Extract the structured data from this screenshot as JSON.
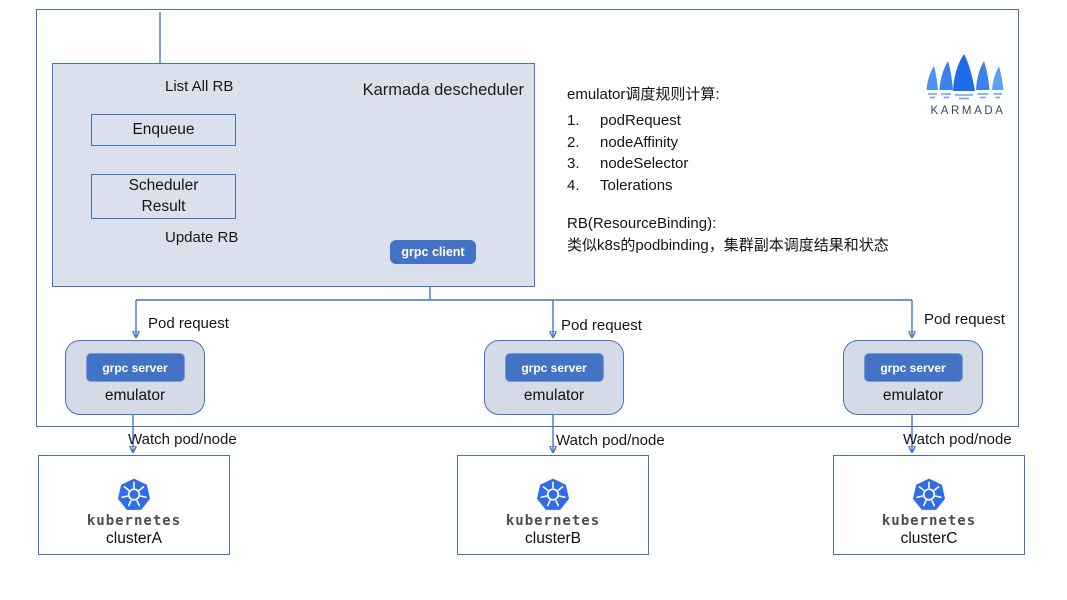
{
  "colors": {
    "accent_blue": "#4472c4",
    "line_blue": "#4577c9",
    "panel_fill": "#dbe1ec",
    "emulator_fill": "#d5dbe6",
    "k8s_blue": "#326ce5",
    "karmada_sail_dark": "#1f6ce9",
    "karmada_sail_mid": "#3b82ee",
    "karmada_sail_light": "#5ea1f3"
  },
  "descheduler": {
    "title": "Karmada descheduler",
    "list_all_rb_label": "List All RB",
    "enqueue_label": "Enqueue",
    "scheduler_line1": "Scheduler",
    "scheduler_line2": "Result",
    "update_rb_label": "Update RB",
    "grpc_client_label": "grpc client"
  },
  "notes": {
    "heading": "emulator调度规则计算:",
    "items": [
      {
        "num": "1.",
        "text": "podRequest"
      },
      {
        "num": "2.",
        "text": "nodeAffinity"
      },
      {
        "num": "3.",
        "text": "nodeSelector"
      },
      {
        "num": "4.",
        "text": "Tolerations"
      }
    ],
    "rb_heading": "RB(ResourceBinding):",
    "rb_description": "类似k8s的podbinding，集群副本调度结果和状态"
  },
  "karmada_logo": {
    "text": "KARMADA"
  },
  "emulators": [
    {
      "pod_request_label": "Pod request",
      "grpc_server_label": "grpc server",
      "name": "emulator",
      "watch_label": "Watch pod/node"
    },
    {
      "pod_request_label": "Pod request",
      "grpc_server_label": "grpc server",
      "name": "emulator",
      "watch_label": "Watch pod/node"
    },
    {
      "pod_request_label": "Pod request",
      "grpc_server_label": "grpc server",
      "name": "emulator",
      "watch_label": "Watch pod/node"
    }
  ],
  "clusters": [
    {
      "wordmark": "kubernetes",
      "name": "clusterA"
    },
    {
      "wordmark": "kubernetes",
      "name": "clusterB"
    },
    {
      "wordmark": "kubernetes",
      "name": "clusterC"
    }
  ]
}
